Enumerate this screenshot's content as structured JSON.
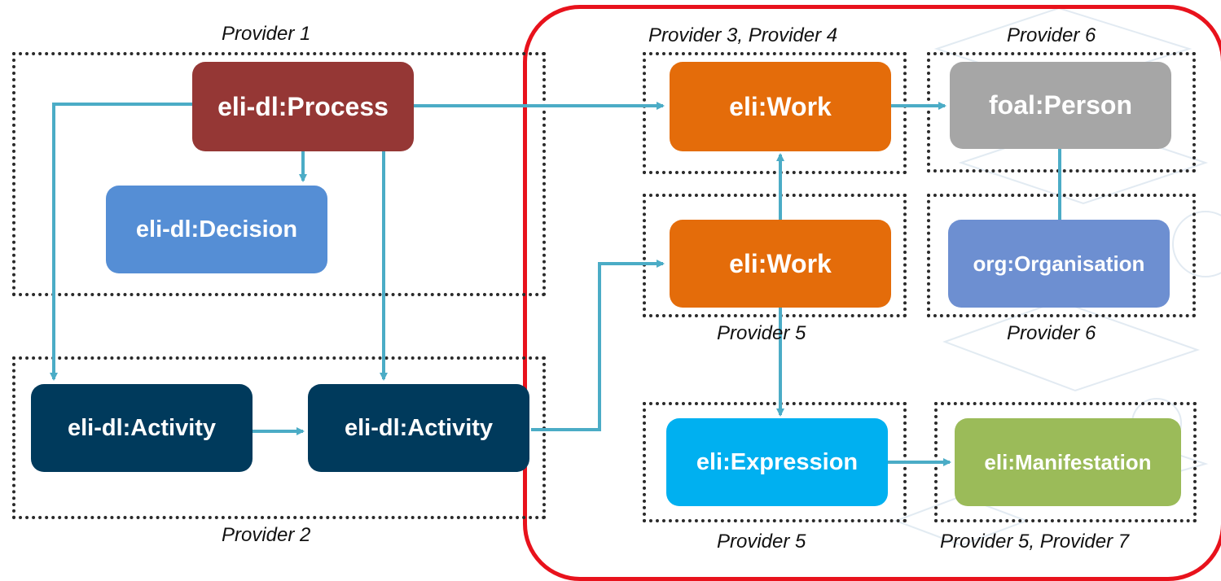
{
  "colors": {
    "process": "#953735",
    "decision": "#558ed5",
    "activity": "#003a5c",
    "work": "#e46c0a",
    "person": "#a6a6a6",
    "organisation": "#6d8fd1",
    "expression": "#00b0f0",
    "manifestation": "#9bbb59",
    "arrow": "#4bacc6",
    "highlight": "#e8121c"
  },
  "nodes": {
    "process": "eli-dl:Process",
    "decision": "eli-dl:Decision",
    "activity_left": "eli-dl:Activity",
    "activity_right": "eli-dl:Activity",
    "work_top": "eli:Work",
    "work_middle": "eli:Work",
    "person": "foal:Person",
    "organisation": "org:Organisation",
    "expression": "eli:Expression",
    "manifestation": "eli:Manifestation"
  },
  "provider_labels": {
    "process_group": "Provider 1",
    "activity_group": "Provider 2",
    "work_top_group": "Provider 3, Provider 4",
    "person_group": "Provider 6",
    "work_middle_group": "Provider 5",
    "organisation_group": "Provider 6",
    "expression_group": "Provider 5",
    "manifestation_group": "Provider 5, Provider 7"
  },
  "edges": [
    {
      "from": "eli-dl:Process",
      "to": "eli-dl:Decision"
    },
    {
      "from": "eli-dl:Process",
      "to": "eli-dl:Activity"
    },
    {
      "from": "eli-dl:Process",
      "to": "eli-dl:Activity"
    },
    {
      "from": "eli-dl:Process",
      "to": "eli:Work"
    },
    {
      "from": "eli-dl:Activity",
      "to": "eli-dl:Activity"
    },
    {
      "from": "eli-dl:Activity",
      "to": "eli:Work"
    },
    {
      "from": "eli:Work",
      "to": "eli:Work"
    },
    {
      "from": "eli:Work",
      "to": "foal:Person"
    },
    {
      "from": "foal:Person",
      "to": "org:Organisation"
    },
    {
      "from": "eli:Work",
      "to": "eli:Expression"
    },
    {
      "from": "eli:Expression",
      "to": "eli:Manifestation"
    }
  ]
}
